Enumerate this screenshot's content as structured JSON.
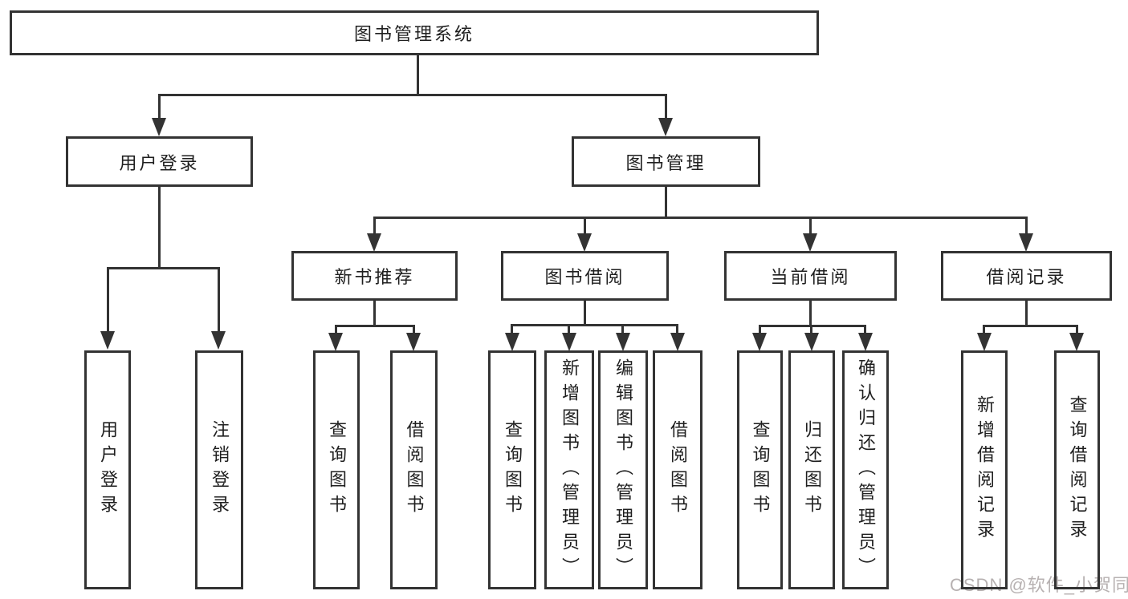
{
  "diagram": {
    "root": {
      "label": "图书管理系统"
    },
    "branches": [
      {
        "label": "用户登录",
        "children": [
          {
            "label": "用户登录"
          },
          {
            "label": "注销登录"
          }
        ]
      },
      {
        "label": "图书管理",
        "children": [
          {
            "label": "新书推荐",
            "children": [
              {
                "label": "查询图书"
              },
              {
                "label": "借阅图书"
              }
            ]
          },
          {
            "label": "图书借阅",
            "children": [
              {
                "label": "查询图书"
              },
              {
                "label": "新增图书（管理员）"
              },
              {
                "label": "编辑图书（管理员）"
              },
              {
                "label": "借阅图书"
              }
            ]
          },
          {
            "label": "当前借阅",
            "children": [
              {
                "label": "查询图书"
              },
              {
                "label": "归还图书"
              },
              {
                "label": "确认归还（管理员）"
              }
            ]
          },
          {
            "label": "借阅记录",
            "children": [
              {
                "label": "新增借阅记录"
              },
              {
                "label": "查询借阅记录"
              }
            ]
          }
        ]
      }
    ]
  },
  "watermark": "CSDN @软件_小贺同学",
  "colors": {
    "line": "#333333",
    "text": "#1f1f1f",
    "background": "#ffffff",
    "watermark": "#b7b1b1"
  }
}
